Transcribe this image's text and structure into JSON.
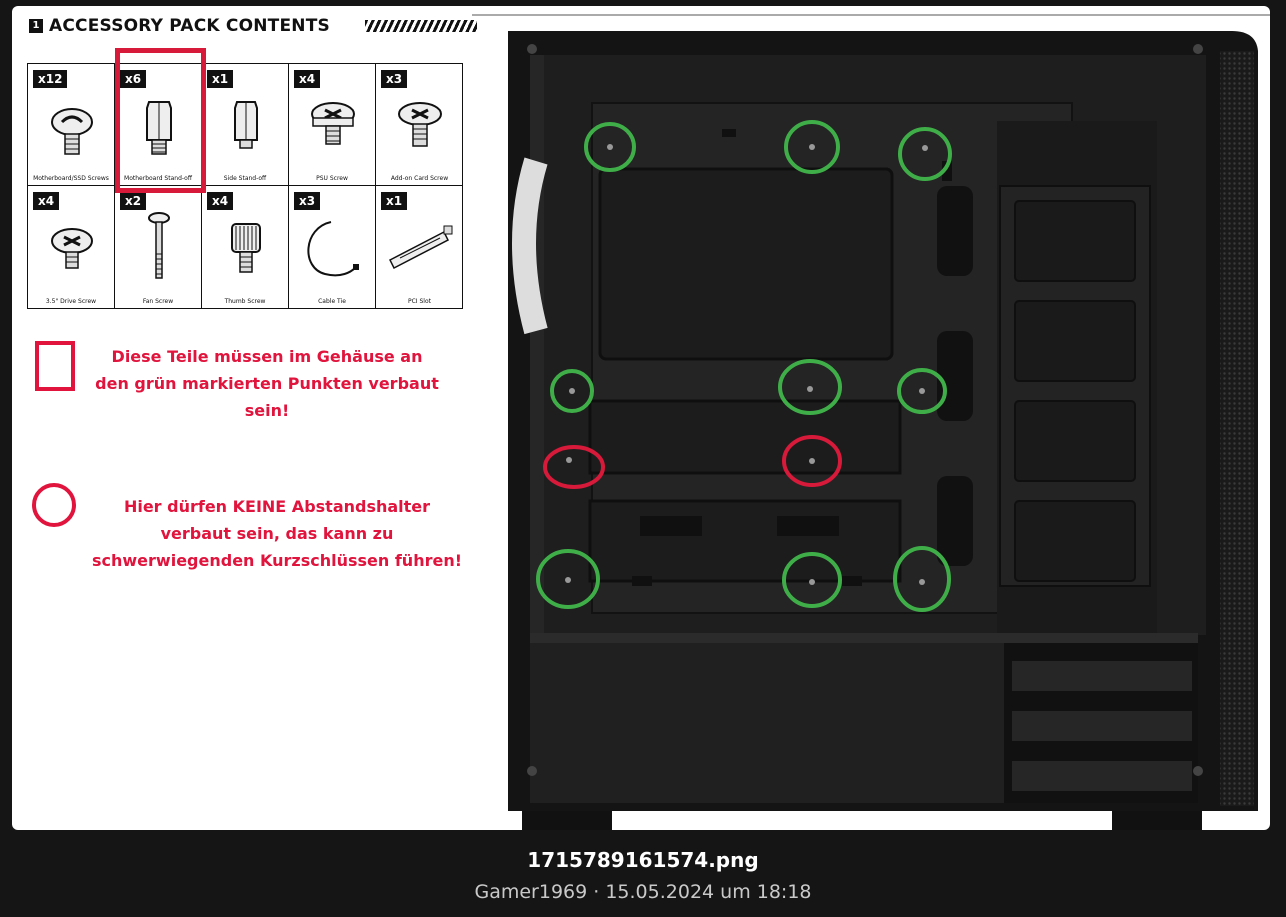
{
  "accessory": {
    "number": "1",
    "title": "ACCESSORY PACK CONTENTS",
    "items": [
      {
        "qty": "x12",
        "label": "Motherboard/SSD Screws",
        "icon": "motherboard-screw-icon"
      },
      {
        "qty": "x6",
        "label": "Motherboard Stand-off",
        "icon": "standoff-icon"
      },
      {
        "qty": "x1",
        "label": "Side Stand-off",
        "icon": "side-standoff-icon"
      },
      {
        "qty": "x4",
        "label": "PSU Screw",
        "icon": "psu-screw-icon"
      },
      {
        "qty": "x3",
        "label": "Add-on Card Screw",
        "icon": "card-screw-icon"
      },
      {
        "qty": "x4",
        "label": "3.5\" Drive Screw",
        "icon": "drive-screw-icon"
      },
      {
        "qty": "x2",
        "label": "Fan Screw",
        "icon": "fan-screw-icon"
      },
      {
        "qty": "x4",
        "label": "Thumb Screw",
        "icon": "thumb-screw-icon"
      },
      {
        "qty": "x3",
        "label": "Cable Tie",
        "icon": "cable-tie-icon"
      },
      {
        "qty": "x1",
        "label": "PCI Slot",
        "icon": "pci-slot-icon"
      }
    ]
  },
  "legend": {
    "square_text": "Diese Teile müssen im Gehäuse an den grün markierten Punkten verbaut sein!",
    "circle_text": "Hier dürfen KEINE Abstandshalter verbaut sein, das kann zu schwerwiegenden Kurzschlüssen führen!"
  },
  "colors": {
    "red": "#e0143c",
    "green": "#3fae49",
    "background": "#151515"
  },
  "caption": {
    "filename": "1715789161574.png",
    "meta": "Gamer1969 · 15.05.2024 um 18:18"
  }
}
